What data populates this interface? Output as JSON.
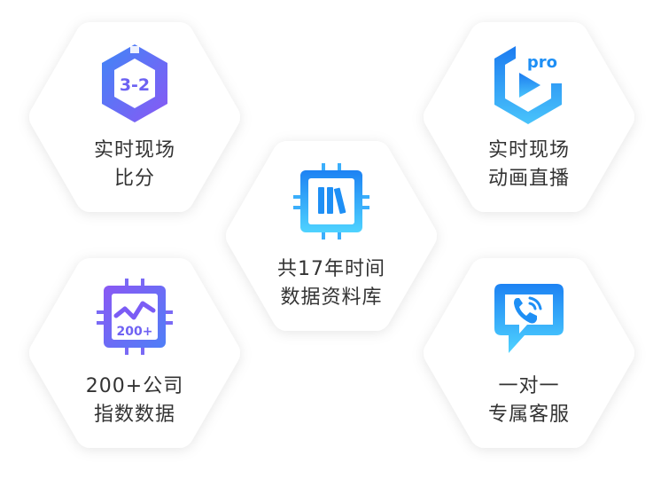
{
  "features": [
    {
      "id": "live-score",
      "icon": "score-hexagon-icon",
      "badge": "3-2",
      "lines": [
        "实时现场",
        "比分"
      ]
    },
    {
      "id": "live-animation",
      "icon": "pro-play-icon",
      "badge": "pro",
      "lines": [
        "实时现场",
        "动画直播"
      ]
    },
    {
      "id": "database",
      "icon": "book-chip-icon",
      "lines": [
        "共17年时间",
        "数据资料库"
      ]
    },
    {
      "id": "company-data",
      "icon": "chart-chip-icon",
      "badge": "200+",
      "lines": [
        "200+公司",
        "指数数据"
      ]
    },
    {
      "id": "customer-service",
      "icon": "phone-bubble-icon",
      "lines": [
        "一对一",
        "专属客服"
      ]
    }
  ],
  "colors": {
    "hex_fill": "#ffffff",
    "text": "#333333",
    "blue": "#1e8ff5",
    "cyan": "#4fd3ff",
    "purple": "#7b5cf5",
    "indigo": "#4f6ef7"
  }
}
